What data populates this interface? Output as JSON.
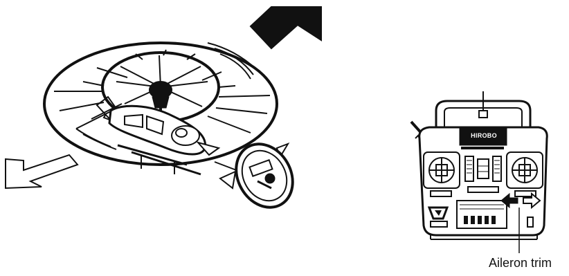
{
  "labels": {
    "aileron_trim": "Aileron trim",
    "transmitter_brand": "HIROBO"
  },
  "colors": {
    "ink": "#111111",
    "background": "#ffffff"
  },
  "icons": {
    "movement_arrow": "filled-arrow-up-right",
    "result_arrow": "outline-arrow-down-left",
    "trim_left_arrow": "filled-arrow-left",
    "trim_right_arrow": "outline-arrow-right"
  }
}
